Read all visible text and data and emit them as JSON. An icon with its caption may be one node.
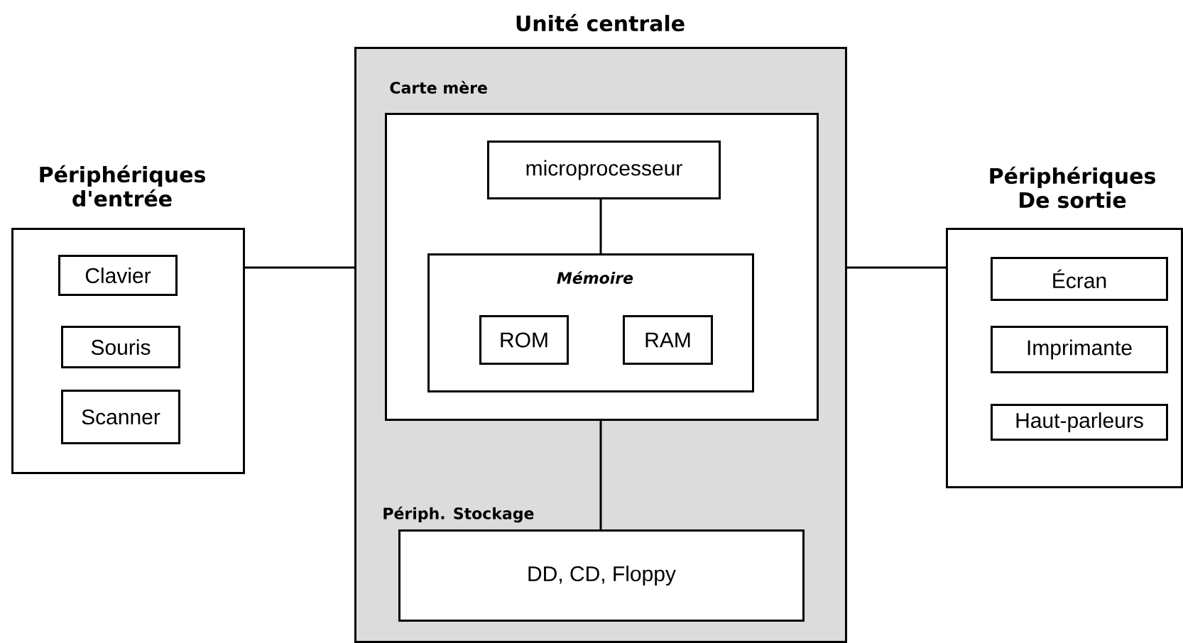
{
  "diagram": {
    "nodes": [
      {
        "text": [
          "Unité centrale"
        ]
      },
      {
        "text": [
          "Carte mère"
        ],
        "in": 0
      },
      {
        "text": [
          "microprocesseur"
        ],
        "in": 1
      },
      {
        "text": [
          "Mémoire"
        ],
        "in": 1
      },
      {
        "text": [
          "ROM"
        ],
        "in": 3
      },
      {
        "text": [
          "RAM"
        ],
        "in": 3
      },
      {
        "text": [
          "Périph. Stockage",
          "DD, CD, Floppy"
        ],
        "in": 0
      },
      {
        "text": [
          "Périphériques d'entrée"
        ]
      },
      {
        "text": [
          "Clavier"
        ],
        "in": 7
      },
      {
        "text": [
          "Souris"
        ],
        "in": 7
      },
      {
        "text": [
          "Scanner"
        ],
        "in": 7
      },
      {
        "text": [
          "Périphériques De sortie"
        ]
      },
      {
        "text": [
          "Écran"
        ],
        "in": 11
      },
      {
        "text": [
          "Imprimante"
        ],
        "in": 11
      },
      {
        "text": [
          "Haut-parleurs"
        ],
        "in": 11
      }
    ],
    "edges": [
      {
        "from": 2,
        "to": 3,
        "arrow": "none"
      },
      {
        "from": 1,
        "to": 6,
        "arrow": "none"
      },
      {
        "from": 7,
        "to": 0,
        "arrow": "none"
      },
      {
        "from": 0,
        "to": 11,
        "arrow": "none"
      }
    ]
  }
}
